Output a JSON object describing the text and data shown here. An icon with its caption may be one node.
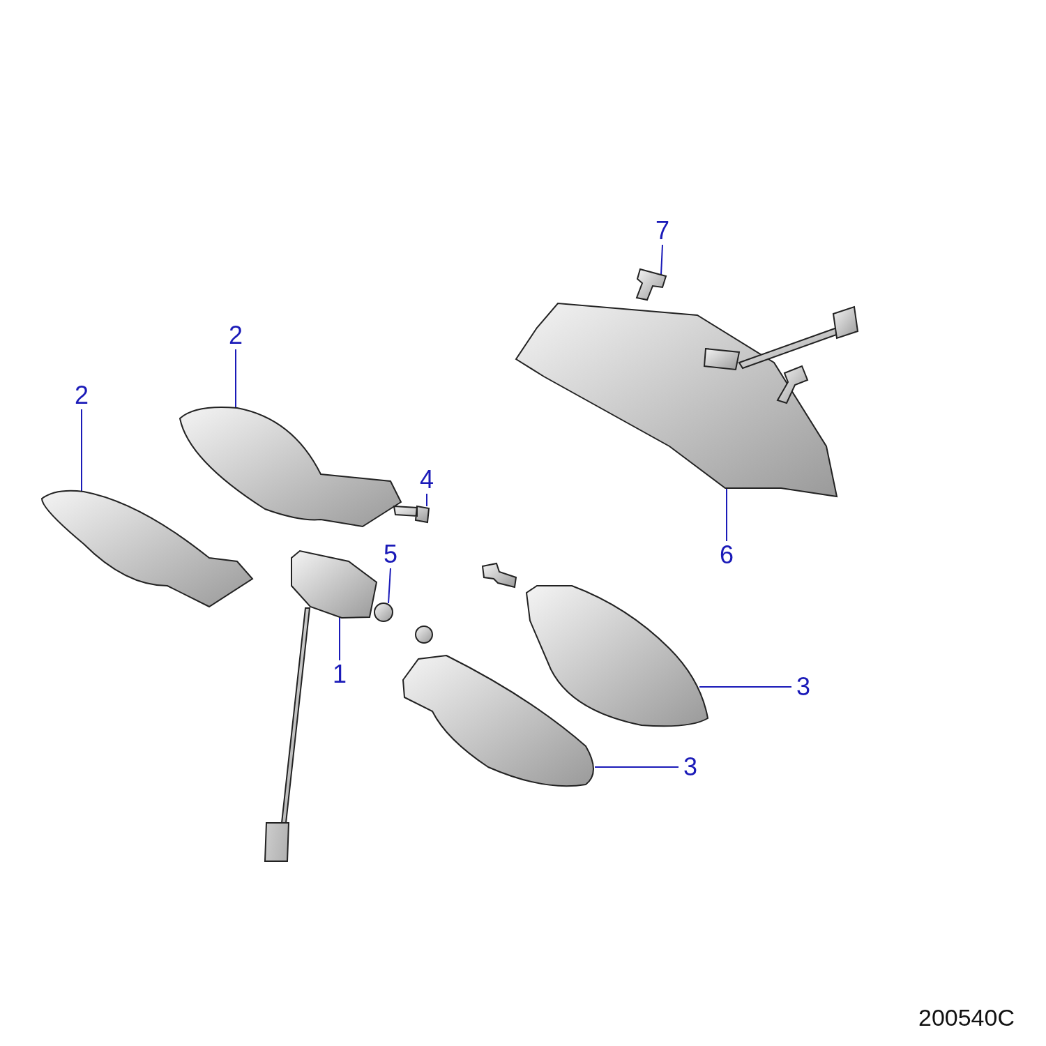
{
  "diagram": {
    "nodes": [
      {
        "text": [
          "7"
        ]
      },
      {
        "text": [
          "2"
        ]
      },
      {
        "text": [
          "2"
        ]
      },
      {
        "text": [
          "4"
        ]
      },
      {
        "text": [
          "5"
        ]
      },
      {
        "text": [
          "6"
        ]
      },
      {
        "text": [
          "1"
        ]
      },
      {
        "text": [
          "3"
        ]
      },
      {
        "text": [
          "3"
        ]
      },
      {
        "text": [],
        "shape": "picture"
      },
      {
        "text": [],
        "shape": "picture"
      },
      {
        "text": [],
        "shape": "picture"
      },
      {
        "text": [],
        "shape": "picture"
      },
      {
        "text": [],
        "shape": "picture"
      },
      {
        "text": [],
        "shape": "picture"
      },
      {
        "text": [],
        "shape": "picture"
      },
      {
        "text": [],
        "shape": "picture"
      },
      {
        "text": [],
        "shape": "picture"
      }
    ],
    "edges": [
      {
        "from": 0,
        "to": 9,
        "arrow": "none"
      },
      {
        "from": 1,
        "to": 11,
        "arrow": "none"
      },
      {
        "from": 2,
        "to": 12,
        "arrow": "none"
      },
      {
        "from": 3,
        "to": 13,
        "arrow": "none"
      },
      {
        "from": 4,
        "to": 16,
        "arrow": "none"
      },
      {
        "from": 5,
        "to": 10,
        "arrow": "none"
      },
      {
        "from": 6,
        "to": 14,
        "arrow": "none"
      },
      {
        "from": 7,
        "to": 15,
        "arrow": "none"
      },
      {
        "from": 8,
        "to": 17,
        "arrow": "none"
      }
    ],
    "labels": [
      "200540C"
    ]
  }
}
